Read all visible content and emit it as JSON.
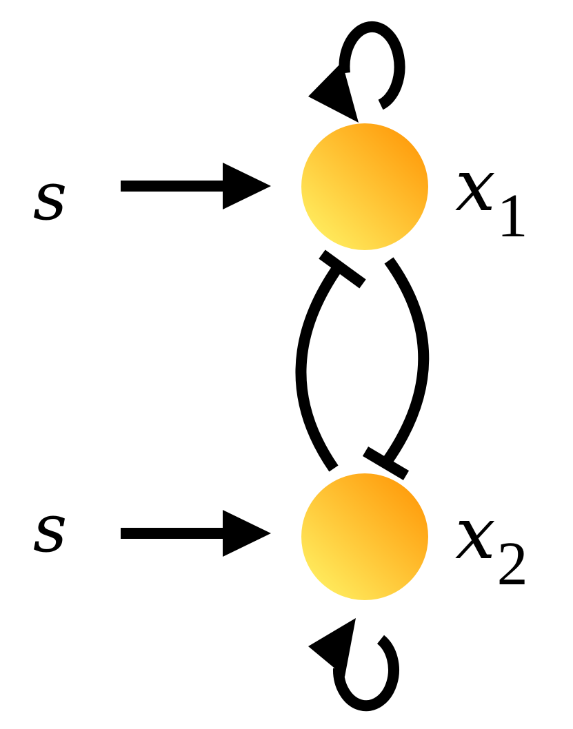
{
  "nodes": {
    "x1": {
      "var": "x",
      "sub": "1"
    },
    "x2": {
      "var": "x",
      "sub": "2"
    }
  },
  "inputs": {
    "top": "s",
    "bottom": "s"
  },
  "colors": {
    "node_light": "#ffe85a",
    "node_dark": "#ffa010",
    "stroke": "#000000"
  }
}
